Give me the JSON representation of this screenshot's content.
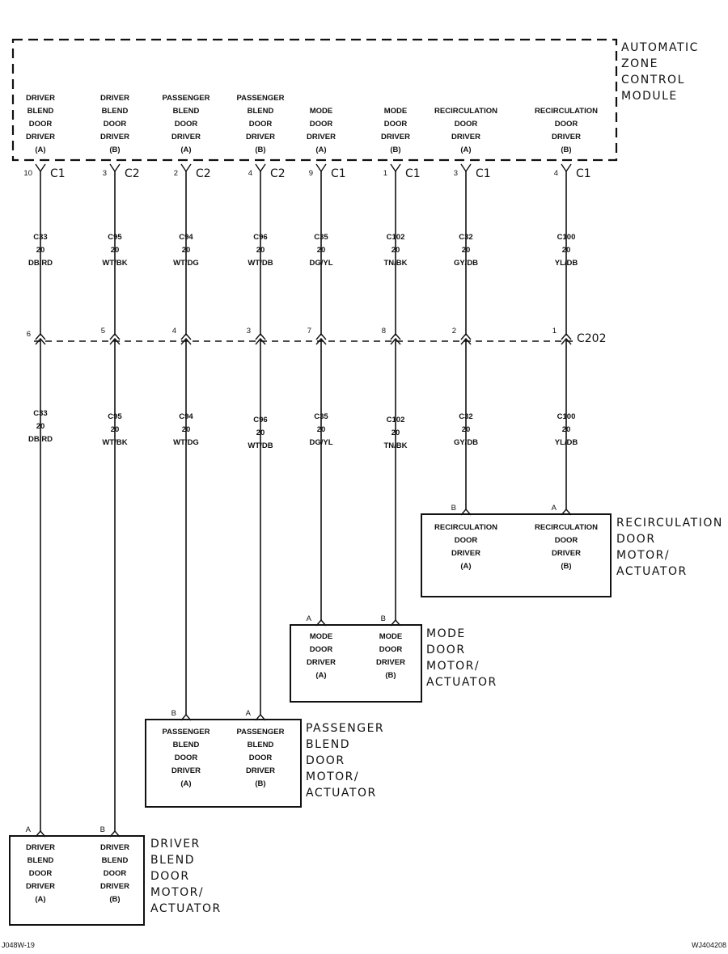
{
  "module": {
    "title_lines": [
      "AUTOMATIC",
      "ZONE",
      "CONTROL",
      "MODULE"
    ],
    "terminals": [
      {
        "lines": [
          "DRIVER",
          "BLEND",
          "DOOR",
          "DRIVER",
          "(A)"
        ],
        "pin": "10",
        "connector": "C1"
      },
      {
        "lines": [
          "DRIVER",
          "BLEND",
          "DOOR",
          "DRIVER",
          "(B)"
        ],
        "pin": "3",
        "connector": "C2"
      },
      {
        "lines": [
          "PASSENGER",
          "BLEND",
          "DOOR",
          "DRIVER",
          "(A)"
        ],
        "pin": "2",
        "connector": "C2"
      },
      {
        "lines": [
          "PASSENGER",
          "BLEND",
          "DOOR",
          "DRIVER",
          "(B)"
        ],
        "pin": "4",
        "connector": "C2"
      },
      {
        "lines": [
          "MODE",
          "DOOR",
          "DRIVER",
          "(A)"
        ],
        "pin": "9",
        "connector": "C1"
      },
      {
        "lines": [
          "MODE",
          "DOOR",
          "DRIVER",
          "(B)"
        ],
        "pin": "1",
        "connector": "C1"
      },
      {
        "lines": [
          "RECIRCULATION",
          "DOOR",
          "DRIVER",
          "(A)"
        ],
        "pin": "3",
        "connector": "C1"
      },
      {
        "lines": [
          "RECIRCULATION",
          "DOOR",
          "DRIVER",
          "(B)"
        ],
        "pin": "4",
        "connector": "C1"
      }
    ]
  },
  "wires": [
    {
      "circuit": "C33",
      "gauge": "20",
      "color": "DB/RD"
    },
    {
      "circuit": "C95",
      "gauge": "20",
      "color": "WT/BK"
    },
    {
      "circuit": "C94",
      "gauge": "20",
      "color": "WT/DG"
    },
    {
      "circuit": "C96",
      "gauge": "20",
      "color": "WT/DB"
    },
    {
      "circuit": "C35",
      "gauge": "20",
      "color": "DG/YL"
    },
    {
      "circuit": "C102",
      "gauge": "20",
      "color": "TN/BK"
    },
    {
      "circuit": "C32",
      "gauge": "20",
      "color": "GY/DB"
    },
    {
      "circuit": "C100",
      "gauge": "20",
      "color": "YL/DB"
    }
  ],
  "inline_connector": {
    "name": "C202",
    "pins": [
      "6",
      "5",
      "4",
      "3",
      "7",
      "8",
      "2",
      "1"
    ]
  },
  "components": [
    {
      "name_lines": [
        "RECIRCULATION",
        "DOOR",
        "MOTOR/",
        "ACTUATOR"
      ],
      "terminals": [
        {
          "pin": "B",
          "lines": [
            "RECIRCULATION",
            "DOOR",
            "DRIVER",
            "(A)"
          ]
        },
        {
          "pin": "A",
          "lines": [
            "RECIRCULATION",
            "DOOR",
            "DRIVER",
            "(B)"
          ]
        }
      ]
    },
    {
      "name_lines": [
        "MODE",
        "DOOR",
        "MOTOR/",
        "ACTUATOR"
      ],
      "terminals": [
        {
          "pin": "A",
          "lines": [
            "MODE",
            "DOOR",
            "DRIVER",
            "(A)"
          ]
        },
        {
          "pin": "B",
          "lines": [
            "MODE",
            "DOOR",
            "DRIVER",
            "(B)"
          ]
        }
      ]
    },
    {
      "name_lines": [
        "PASSENGER",
        "BLEND",
        "DOOR",
        "MOTOR/",
        "ACTUATOR"
      ],
      "terminals": [
        {
          "pin": "B",
          "lines": [
            "PASSENGER",
            "BLEND",
            "DOOR",
            "DRIVER",
            "(A)"
          ]
        },
        {
          "pin": "A",
          "lines": [
            "PASSENGER",
            "BLEND",
            "DOOR",
            "DRIVER",
            "(B)"
          ]
        }
      ]
    },
    {
      "name_lines": [
        "DRIVER",
        "BLEND",
        "DOOR",
        "MOTOR/",
        "ACTUATOR"
      ],
      "terminals": [
        {
          "pin": "A",
          "lines": [
            "DRIVER",
            "BLEND",
            "DOOR",
            "DRIVER",
            "(A)"
          ]
        },
        {
          "pin": "B",
          "lines": [
            "DRIVER",
            "BLEND",
            "DOOR",
            "DRIVER",
            "(B)"
          ]
        }
      ]
    }
  ],
  "footer": {
    "left_ref": "J048W-19",
    "right_ref": "WJ404208"
  }
}
